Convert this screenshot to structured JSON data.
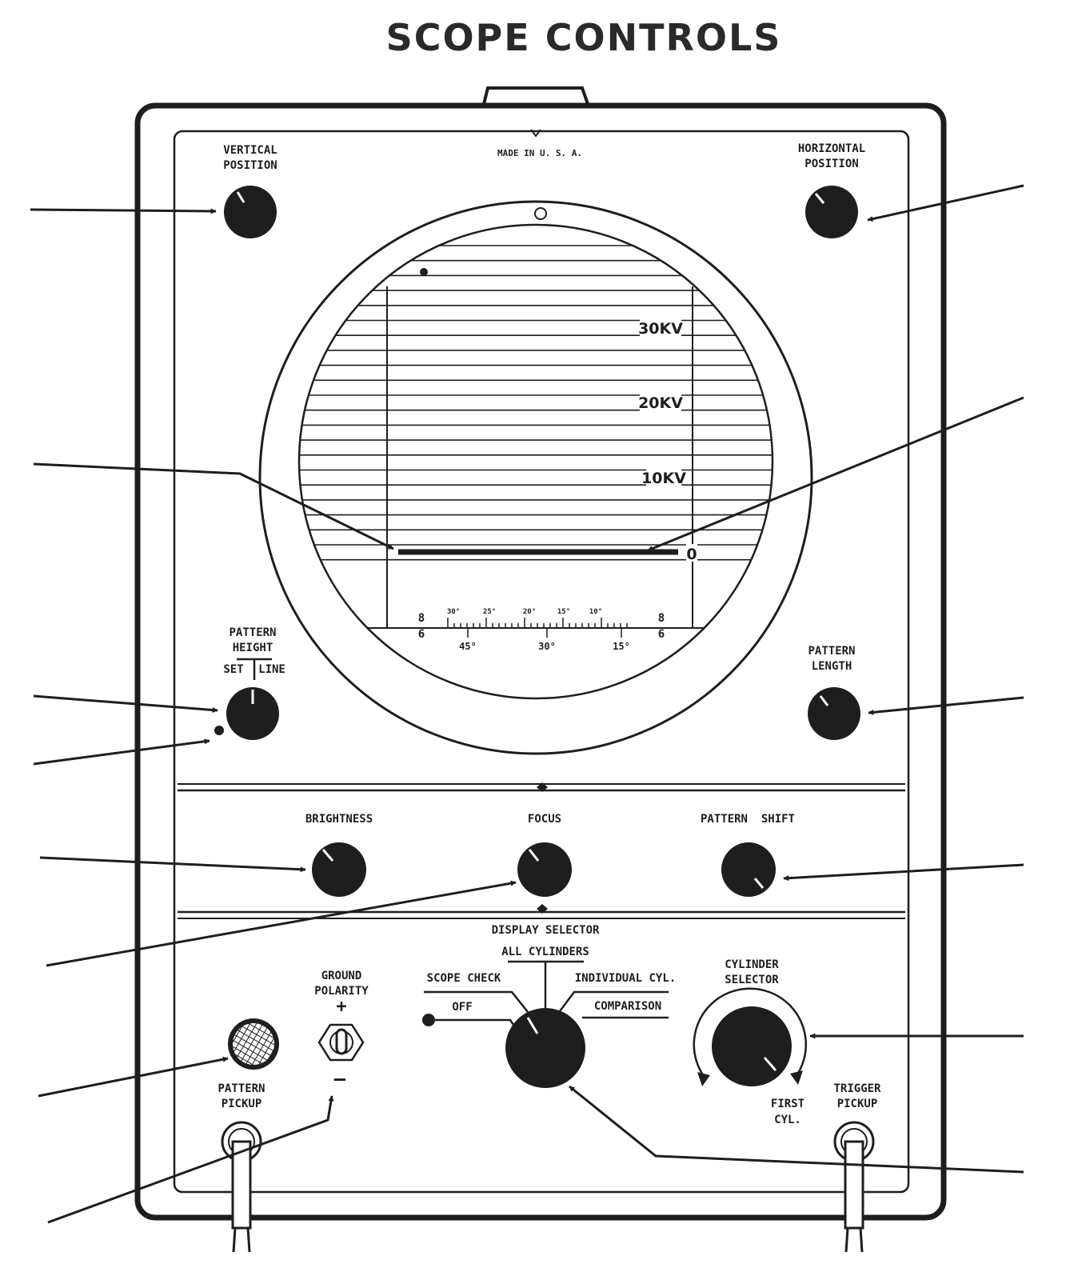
{
  "title": "SCOPE CONTROLS",
  "panel": {
    "made_in": "MADE IN U. S. A."
  },
  "labels": {
    "vertical_position": [
      "VERTICAL",
      "POSITION"
    ],
    "horizontal_position": [
      "HORIZONTAL",
      "POSITION"
    ],
    "pattern_height": [
      "PATTERN",
      "HEIGHT"
    ],
    "set": "SET",
    "line": "LINE",
    "pattern_length": [
      "PATTERN",
      "LENGTH"
    ],
    "brightness": "BRIGHTNESS",
    "focus": "FOCUS",
    "pattern_shift": "PATTERN  SHIFT",
    "display_selector": "DISPLAY SELECTOR",
    "all_cylinders": "ALL CYLINDERS",
    "scope_check": "SCOPE CHECK",
    "individual_cyl": "INDIVIDUAL CYL.",
    "off": "OFF",
    "comparison": "COMPARISON",
    "cylinder_selector": [
      "CYLINDER",
      "SELECTOR"
    ],
    "first_cyl": [
      "FIRST",
      "CYL."
    ],
    "ground_polarity": [
      "GROUND",
      "POLARITY"
    ],
    "plus": "+",
    "minus": "–",
    "pattern_pickup": [
      "PATTERN",
      "PICKUP"
    ],
    "trigger_pickup": [
      "TRIGGER",
      "PICKUP"
    ]
  },
  "screen": {
    "kv_labels": [
      "30KV",
      "20KV",
      "10KV"
    ],
    "zero": "0",
    "side_digits": [
      "8",
      "6"
    ],
    "upper_degrees": [
      "30°",
      "25°",
      "20°",
      "15°",
      "10°"
    ],
    "lower_degrees": [
      "45°",
      "30°",
      "15°"
    ]
  }
}
